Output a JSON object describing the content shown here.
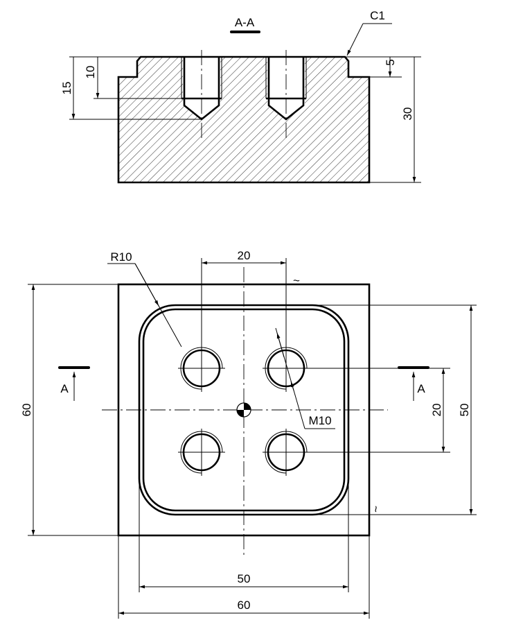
{
  "section_view": {
    "title": "A-A",
    "chamfer_label": "C1",
    "dim_thread_depth": "10",
    "dim_drill_depth": "15",
    "dim_step_height": "5",
    "dim_total_height": "30"
  },
  "plan_view": {
    "radius_label": "R10",
    "thread_label": "M10",
    "dim_hole_spacing_x": "20",
    "dim_hole_spacing_y": "20",
    "dim_boss_width": "50",
    "dim_boss_height": "50",
    "dim_outer_width": "60",
    "dim_outer_height": "60",
    "section_mark_left": "A",
    "section_mark_right": "A",
    "tilde_top": "~",
    "tilde_right": "~"
  },
  "colors": {
    "line": "#000000",
    "background": "#ffffff"
  }
}
